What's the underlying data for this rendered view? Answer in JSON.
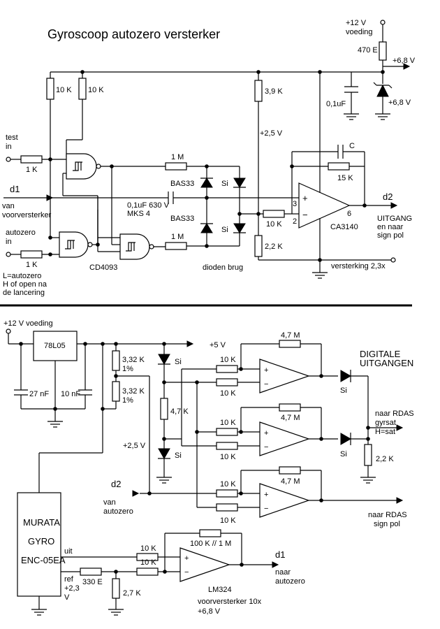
{
  "title": "Gyroscoop autozero versterker",
  "top": {
    "supply": [
      "+12 V",
      "voeding"
    ],
    "r470": "470 E",
    "v68_top": "+6,8 V",
    "v68_zener": "+6,8 V",
    "c01": "0,1uF",
    "r10k_a": "10 K",
    "r10k_b": "10 K",
    "r39k": "3,9 K",
    "v25": "+2,5 V",
    "test_in": [
      "test",
      "in"
    ],
    "r1k_test": "1 K",
    "r1m_top": "1 M",
    "d1": "d1",
    "van_voorversterker": "van\nvoorversterker",
    "c_cap": "0,1uF 630 V",
    "mks": "MKS 4",
    "bas33_top": "BAS33",
    "bas33_bot": "BAS33",
    "si_top": "Si",
    "si_bot": "Si",
    "cap_c": "C",
    "r15k": "15 K",
    "r10k_in": "10 K",
    "r22k": "2,2 K",
    "pin3": "3",
    "pin2": "2",
    "pin6": "6",
    "plus": "+",
    "minus": "−",
    "ca3140": "CA3140",
    "d2": "d2",
    "uitgang": [
      "UITGANG",
      "en naar",
      "sign pol"
    ],
    "autozero_in": [
      "autozero",
      "in"
    ],
    "r1k_az": "1 K",
    "lauto": [
      "L=autozero",
      "H of open na",
      "de lancering"
    ],
    "r1m_bot": "1 M",
    "cd4093": "CD4093",
    "dioden_brug": "dioden brug",
    "versterking": "versterking 2,3x"
  },
  "bottom": {
    "supply": "+12 V voeding",
    "reg": "78L05",
    "v5": "+5 V",
    "c27": "27 nF",
    "c10": "10 nF",
    "r332a": [
      "3,32 K",
      "1%"
    ],
    "r332b": [
      "3,32 K",
      "1%"
    ],
    "si1": "Si",
    "si2": "Si",
    "r47k": "4,7 K",
    "v25": "+2,5 V",
    "r10k_list": [
      "10 K",
      "10 K",
      "10 K",
      "10 K",
      "10 K",
      "10 K"
    ],
    "r47m_list": [
      "4,7 M",
      "4,7 M",
      "4,7 M"
    ],
    "dig_out": [
      "DIGITALE",
      "UITGANGEN"
    ],
    "si_out1": "Si",
    "si_out2": "Si",
    "rdas_gyrsat": [
      "naar RDAS",
      "gyrsat",
      "H=sat"
    ],
    "r22k": "2,2 K",
    "d2": "d2",
    "van_autozero": [
      "van",
      "autozero"
    ],
    "rdas_signpol": [
      "naar RDAS",
      "sign pol"
    ],
    "gyro": [
      "MURATA",
      "GYRO",
      "ENC-05EA"
    ],
    "uit": "uit",
    "ref": [
      "ref",
      "+2,3",
      "V"
    ],
    "r330": "330 E",
    "r27k": "2,7 K",
    "r10k_pre1": "10 K",
    "r10k_pre2": "10 K",
    "rfb": "100 K // 1 M",
    "lm324": "LM324",
    "voorversterker": [
      "voorversterker 10x",
      "+6,8 V"
    ],
    "d1": "d1",
    "naar_autozero": [
      "naar",
      "autozero"
    ]
  },
  "plus": "+",
  "minus": "−"
}
